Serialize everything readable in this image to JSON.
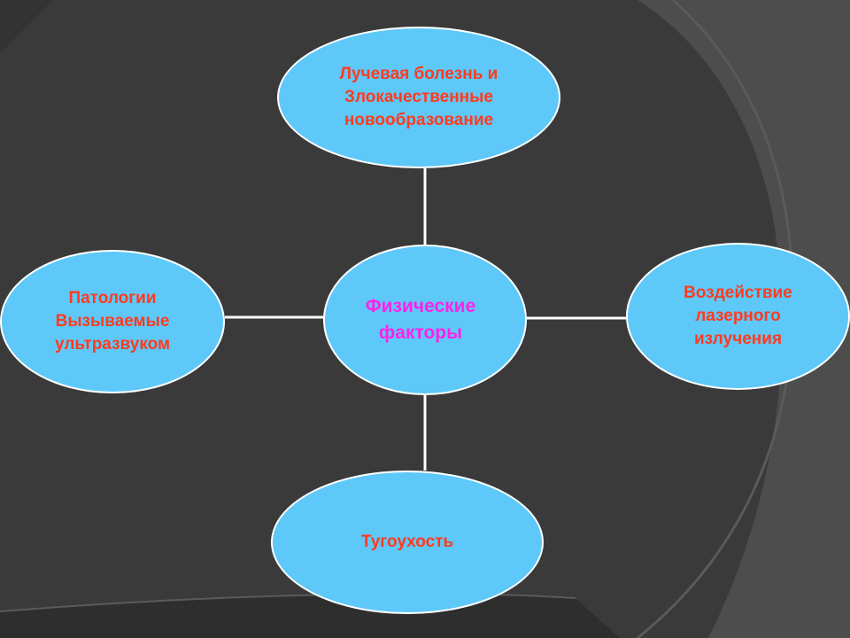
{
  "diagram": {
    "center": {
      "label": "Физические\n факторы"
    },
    "top": {
      "label": "Лучевая болезнь и\nЗлокачественные\nновообразование"
    },
    "left": {
      "label": "Патологии\nВызываемые\nультразвуком"
    },
    "right": {
      "label": "Воздействие\n лазерного\nизлучения"
    },
    "bottom": {
      "label": "Тугоухость"
    }
  },
  "colors": {
    "background": "#3a3a3a",
    "node_fill": "#5ec8f8",
    "node_border": "#ffffff",
    "node_text": "#ff3b1f",
    "center_text": "#ff22e8",
    "connector": "#ffffff"
  }
}
